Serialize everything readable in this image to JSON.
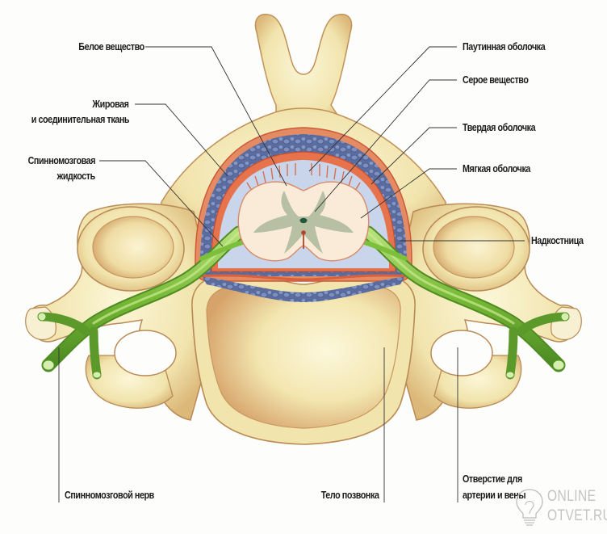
{
  "title": "Поперечный срез позвонка и спинного мозга",
  "labels": {
    "white_matter": "Белое вещество",
    "fat_tissue_line1": "Жировая",
    "fat_tissue_line2": "и соединительная ткань",
    "csf_line1": "Спинномозговая",
    "csf_line2": "жидкость",
    "arachnoid": "Паутинная оболочка",
    "gray_matter": "Серое вещество",
    "dura": "Твердая оболочка",
    "pia": "Мягкая оболочка",
    "periosteum": "Надкостница",
    "spinal_nerve": "Спинномозговой нерв",
    "vertebral_body": "Тело позвонка",
    "foramen_line1": "Отверстие для",
    "foramen_line2": "артерии и вены"
  },
  "watermark": {
    "line1": "ONLINE",
    "line2": "OTVET.RU"
  },
  "colors": {
    "bone": "#f1e6b0",
    "bone_shadow": "#c99a5c",
    "bone_outline": "#b98a55",
    "epidural_blue": "#6f7fae",
    "dura_red": "#d9603c",
    "csf_blue": "#c7d4e8",
    "cord_white": "#f9ead8",
    "gray_matter": "#a9b89a",
    "nerve_green": "#7cbf3b",
    "leader_line": "#333333"
  }
}
